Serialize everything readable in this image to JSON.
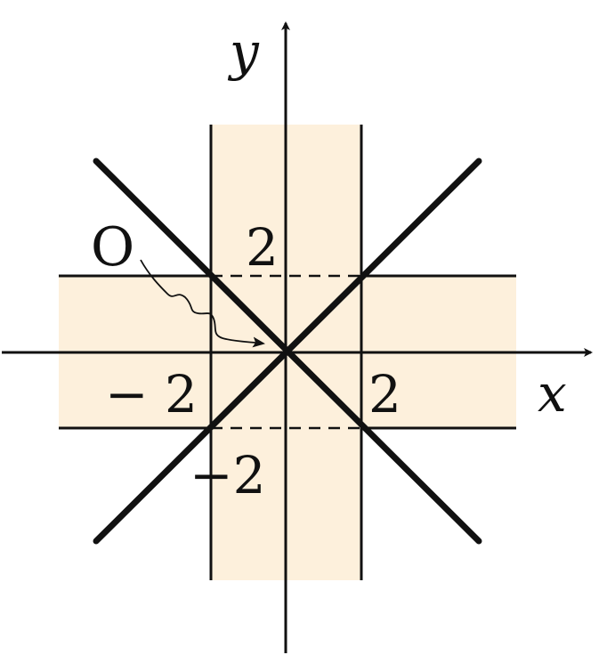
{
  "labels": {
    "y_axis": "y",
    "x_axis": "x",
    "origin": "O",
    "y_pos": "2",
    "x_pos": "2",
    "x_neg": "− 2",
    "y_neg": "−2"
  },
  "colors": {
    "region_fill": "#fdf0dc",
    "stroke": "#111111",
    "text": "#111111"
  }
}
